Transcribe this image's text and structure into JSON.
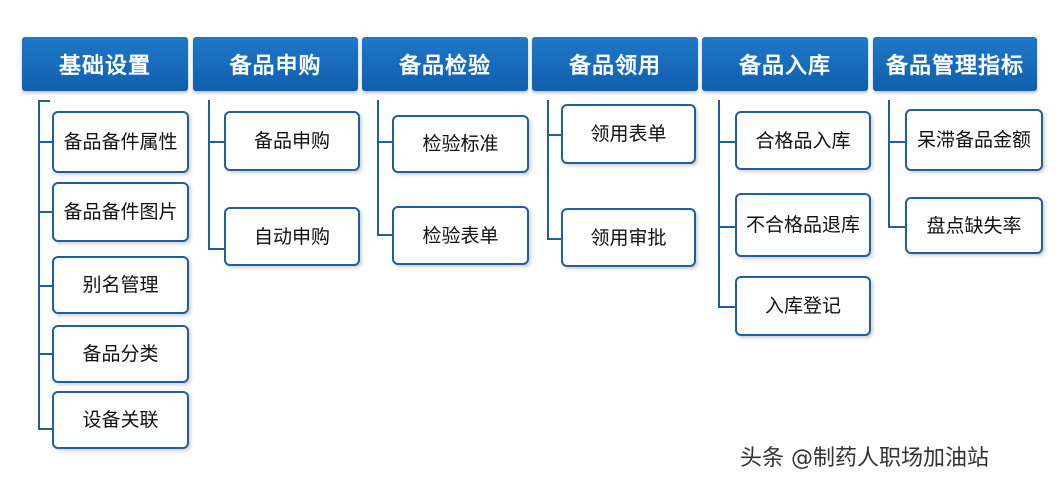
{
  "columns": [
    {
      "title": "基础设置",
      "items": [
        "备品备件属性",
        "备品备件图片",
        "别名管理",
        "备品分类",
        "设备关联"
      ]
    },
    {
      "title": "备品申购",
      "items": [
        "备品申购",
        "自动申购"
      ]
    },
    {
      "title": "备品检验",
      "items": [
        "检验标准",
        "检验表单"
      ]
    },
    {
      "title": "备品领用",
      "items": [
        "领用表单",
        "领用审批"
      ]
    },
    {
      "title": "备品入库",
      "items": [
        "合格品入库",
        "不合格品退库",
        "入库登记"
      ]
    },
    {
      "title": "备品管理指标",
      "items": [
        "呆滞备品金额",
        "盘点缺失率"
      ]
    }
  ],
  "watermark": "头条 @制药人职场加油站",
  "colors": {
    "header": "#1668ba",
    "border": "#1f5fa0"
  }
}
